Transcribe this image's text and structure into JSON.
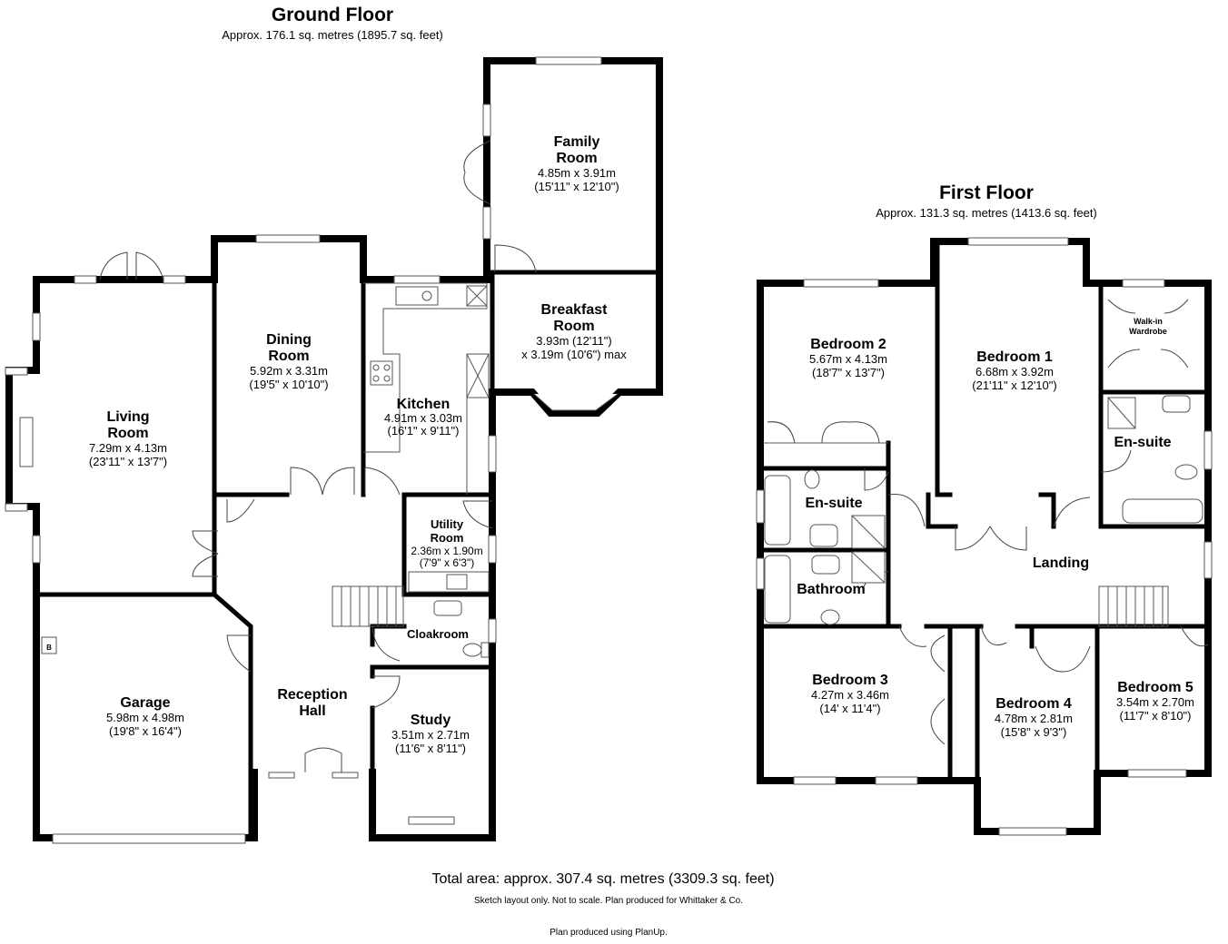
{
  "ground_floor": {
    "title": "Ground Floor",
    "area": "Approx. 176.1 sq. metres (1895.7 sq. feet)",
    "rooms": {
      "family_room": {
        "name1": "Family",
        "name2": "Room",
        "dim1": "4.85m x 3.91m",
        "dim2": "(15'11\" x 12'10\")"
      },
      "breakfast_room": {
        "name1": "Breakfast",
        "name2": "Room",
        "dim1": "3.93m (12'11\")",
        "dim2": "x 3.19m (10'6\") max"
      },
      "dining_room": {
        "name1": "Dining",
        "name2": "Room",
        "dim1": "5.92m x 3.31m",
        "dim2": "(19'5\" x 10'10\")"
      },
      "living_room": {
        "name1": "Living",
        "name2": "Room",
        "dim1": "7.29m x 4.13m",
        "dim2": "(23'11\" x 13'7\")"
      },
      "kitchen": {
        "name1": "Kitchen",
        "dim1": "4.91m x 3.03m",
        "dim2": "(16'1\" x 9'11\")"
      },
      "utility_room": {
        "name1": "Utility",
        "name2": "Room",
        "dim1": "2.36m x 1.90m",
        "dim2": "(7'9\" x 6'3\")"
      },
      "cloakroom": {
        "name1": "Cloakroom"
      },
      "garage": {
        "name1": "Garage",
        "dim1": "5.98m x 4.98m",
        "dim2": "(19'8\" x 16'4\")",
        "boiler": "B"
      },
      "reception_hall": {
        "name1": "Reception",
        "name2": "Hall"
      },
      "study": {
        "name1": "Study",
        "dim1": "3.51m x 2.71m",
        "dim2": "(11'6\" x 8'11\")"
      }
    }
  },
  "first_floor": {
    "title": "First Floor",
    "area": "Approx. 131.3 sq. metres (1413.6 sq. feet)",
    "rooms": {
      "bedroom_2": {
        "name1": "Bedroom 2",
        "dim1": "5.67m x 4.13m",
        "dim2": "(18'7\" x 13'7\")"
      },
      "bedroom_1": {
        "name1": "Bedroom 1",
        "dim1": "6.68m x 3.92m",
        "dim2": "(21'11\" x 12'10\")"
      },
      "walk_in_wardrobe": {
        "name1": "Walk-in",
        "name2": "Wardrobe"
      },
      "en_suite_1": {
        "name1": "En-suite"
      },
      "en_suite_2": {
        "name1": "En-suite"
      },
      "bathroom": {
        "name1": "Bathroom"
      },
      "landing": {
        "name1": "Landing"
      },
      "bedroom_3": {
        "name1": "Bedroom 3",
        "dim1": "4.27m x 3.46m",
        "dim2": "(14' x 11'4\")"
      },
      "bedroom_4": {
        "name1": "Bedroom 4",
        "dim1": "4.78m x 2.81m",
        "dim2": "(15'8\" x 9'3\")"
      },
      "bedroom_5": {
        "name1": "Bedroom 5",
        "dim1": "3.54m x 2.70m",
        "dim2": "(11'7\" x 8'10\")"
      }
    }
  },
  "footer": {
    "total": "Total area: approx. 307.4 sq. metres (3309.3 sq. feet)",
    "note": "Sketch layout only. Not to scale. Plan produced for Whittaker & Co.",
    "credit": "Plan produced using PlanUp."
  }
}
